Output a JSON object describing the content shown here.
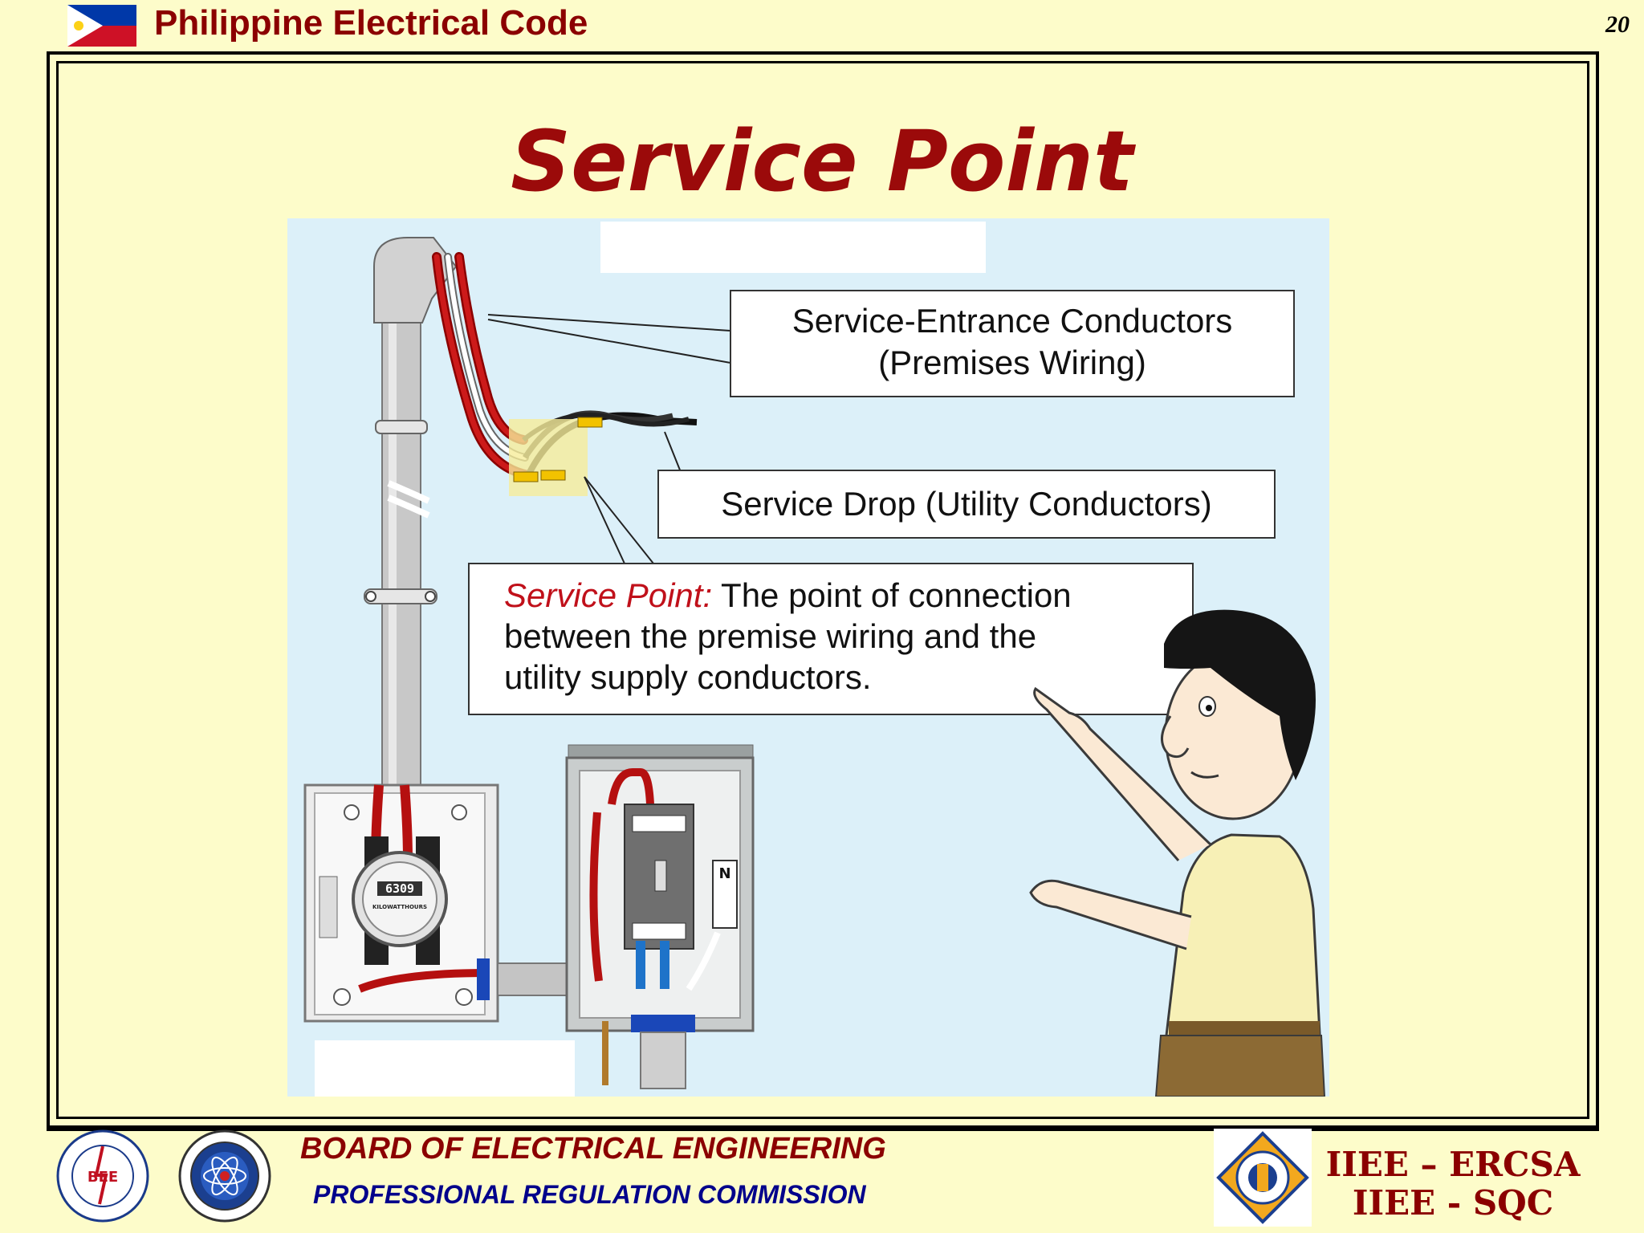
{
  "header": {
    "title": "Philippine Electrical Code",
    "page_number": "20"
  },
  "slide": {
    "title": "Service Point"
  },
  "figure": {
    "callout_entrance_line1": "Service-Entrance Conductors",
    "callout_entrance_line2": "(Premises Wiring)",
    "callout_drop": "Service Drop (Utility Conductors)",
    "callout_point_term": "Service Point:",
    "callout_point_line1_rest": " The point of connection",
    "callout_point_line2": "between the premise wiring and the",
    "callout_point_line3": "utility supply conductors.",
    "meter_reading": "6309",
    "meter_unit": "KILOWATTHOURS",
    "neutral_label": "N"
  },
  "footer": {
    "board": "BOARD OF ELECTRICAL ENGINEERING",
    "commission": "PROFESSIONAL  REGULATION COMMISSION",
    "org_line1": "IIEE – ERCSA",
    "org_line2": "IIEE - SQC",
    "bee_seal_text": "BEE"
  },
  "colors": {
    "background": "#fdfcca",
    "title_red": "#9b0a0a",
    "header_red": "#8b0000",
    "commission_blue": "#00008b",
    "figure_bg": "#dcf0f9"
  }
}
